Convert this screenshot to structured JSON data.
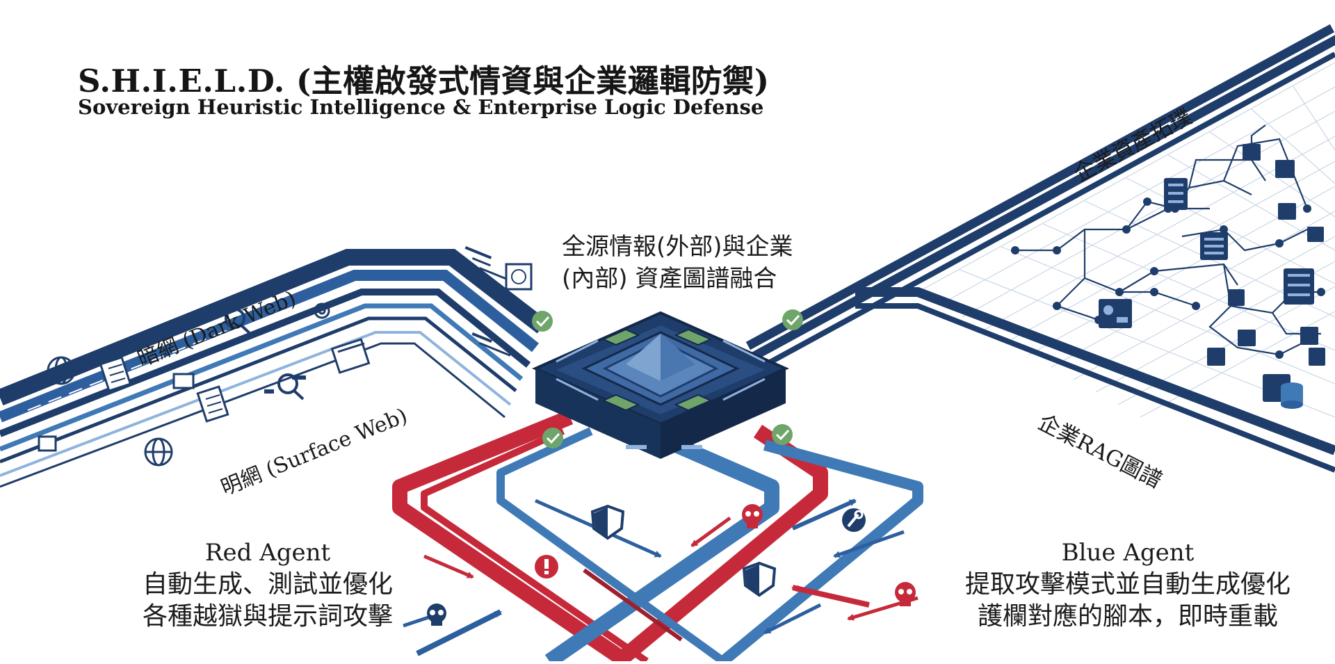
{
  "title": "S.H.I.E.L.D. (主權啟發式情資與企業邏輯防禦)",
  "subtitle": "Sovereign Heuristic Intelligence & Enterprise Logic Defense",
  "labels": {
    "dark_web": "暗網 (Dark Web)",
    "surface_web": "明網 (Surface Web)",
    "fusion_line1": "全源情報(外部)與企業",
    "fusion_line2": "(內部) 資產圖譜融合",
    "enterprise_topology": "企業資產拓璞",
    "enterprise_rag": "企業RAG圖譜"
  },
  "red_agent": {
    "name": "Red Agent",
    "line1": "自動生成、測試並優化",
    "line2": "各種越獄與提示詞攻擊"
  },
  "blue_agent": {
    "name": "Blue Agent",
    "line1": "提取攻擊模式並自動生成優化",
    "line2": "護欄對應的腳本，即時重載"
  },
  "colors": {
    "navy": "#1f3d6b",
    "mid_blue": "#3f79b6",
    "light_blue": "#8fb3dc",
    "red": "#c62a3a",
    "dark_red": "#9e1f2d",
    "green": "#6fa56a",
    "grid": "#c9d6e6"
  },
  "icons": [
    "globe-icon",
    "document-icon",
    "search-icon",
    "gear-icon",
    "server-icon",
    "browser-icon",
    "shield-icon",
    "skull-icon",
    "wrench-icon",
    "alert-icon",
    "check-icon",
    "database-icon"
  ]
}
